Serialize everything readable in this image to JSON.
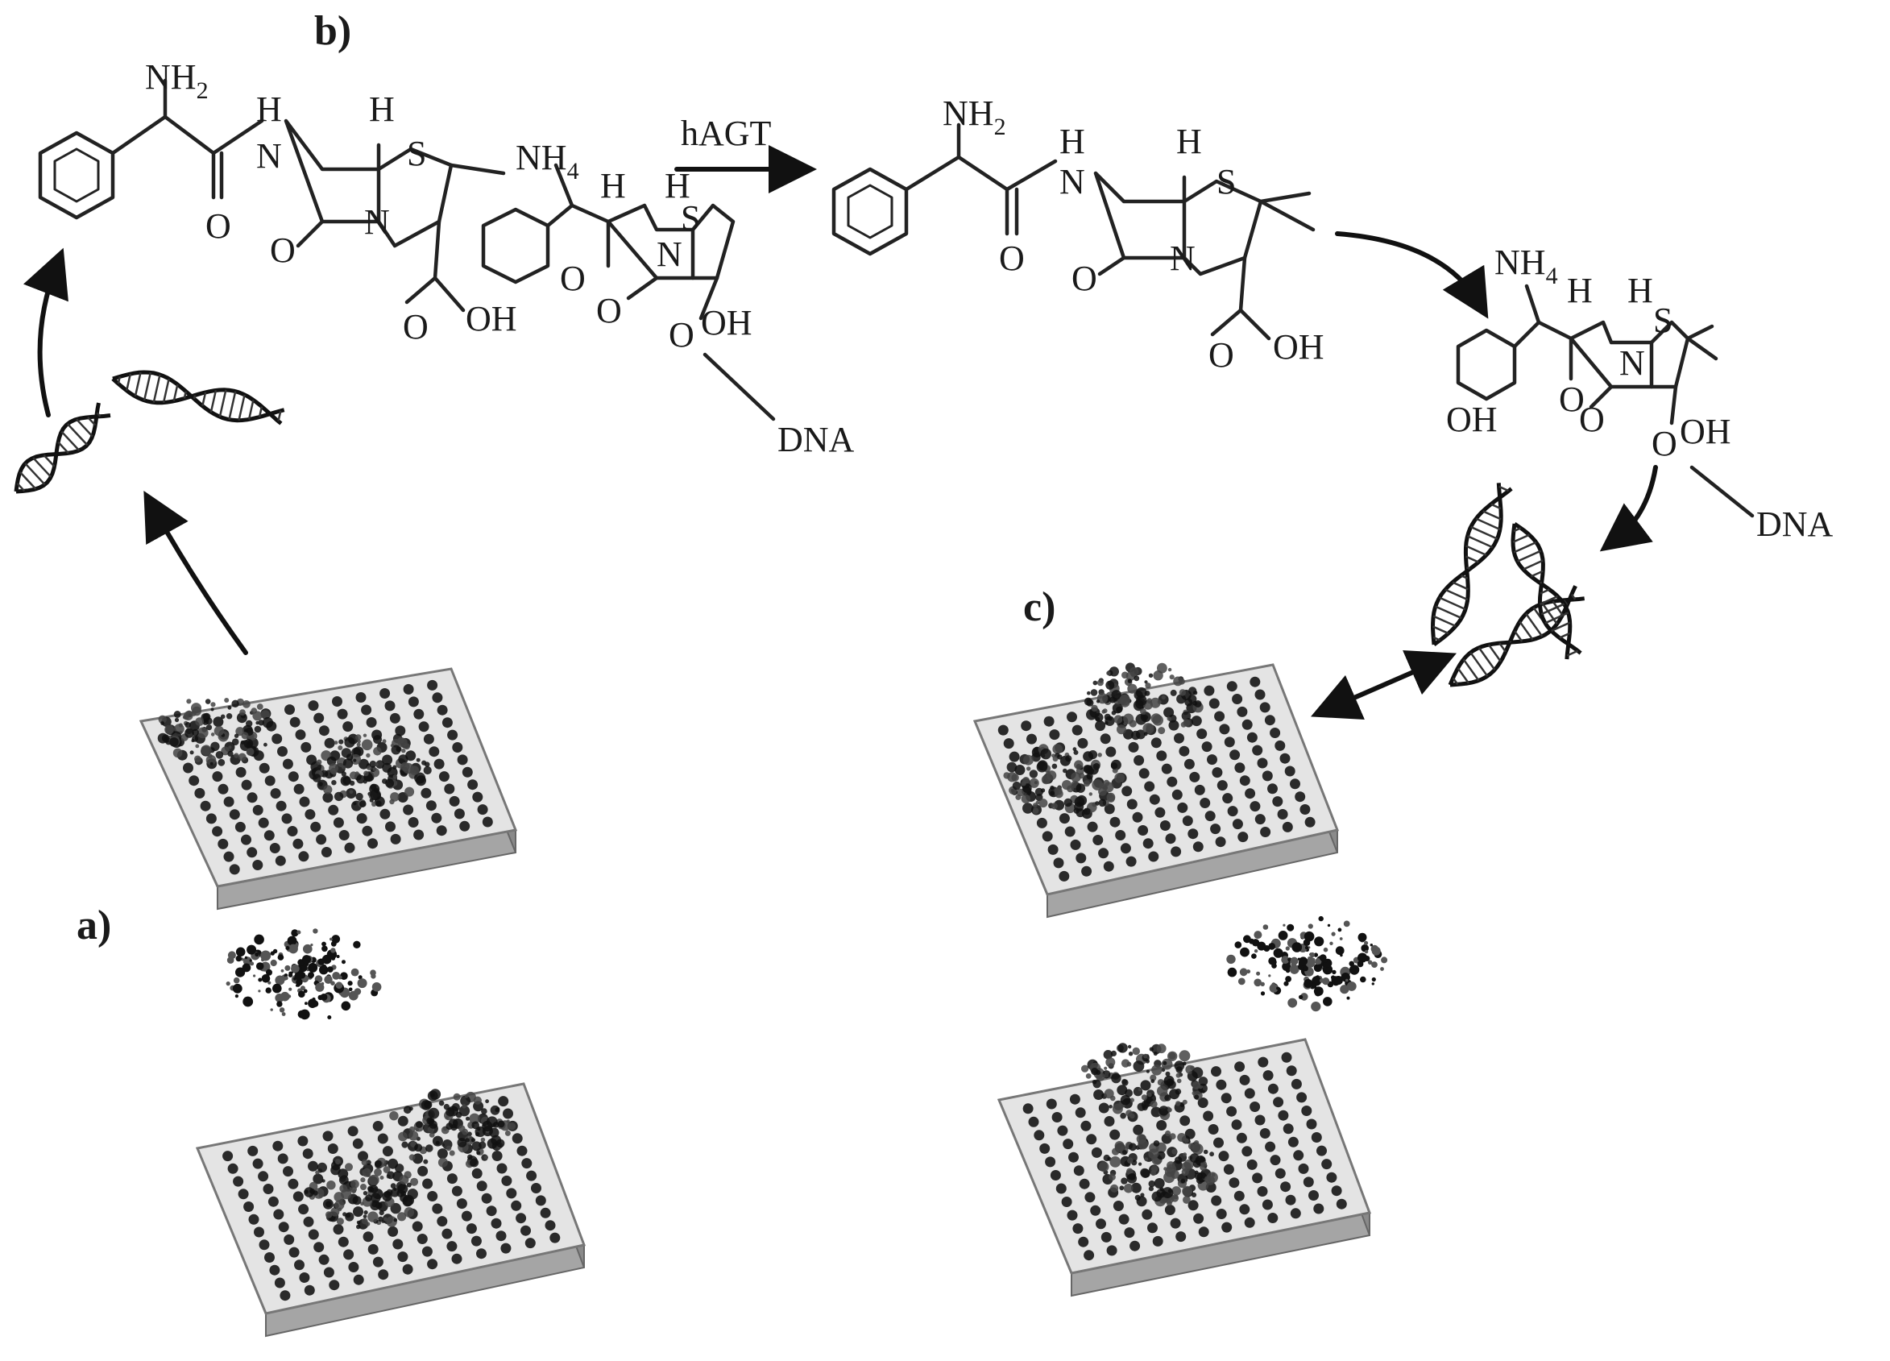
{
  "panels": {
    "a": "a)",
    "b": "b)",
    "c": "c)"
  },
  "reagent": "hAGT",
  "mol": {
    "nh2": "NH",
    "nh2_sub": "2",
    "h": "H",
    "n": "N",
    "o": "O",
    "s": "S",
    "nh4": "NH",
    "nh4_sub": "4",
    "oh": "OH",
    "dna": "DNA"
  },
  "icons": [
    "dna-helix-icon",
    "microarray-chip-icon",
    "nanoparticle-cluster-icon"
  ],
  "colors": {
    "ink": "#1a1a1a",
    "chip_top": "#e6e6e6",
    "chip_side": "#9a9a9a"
  }
}
